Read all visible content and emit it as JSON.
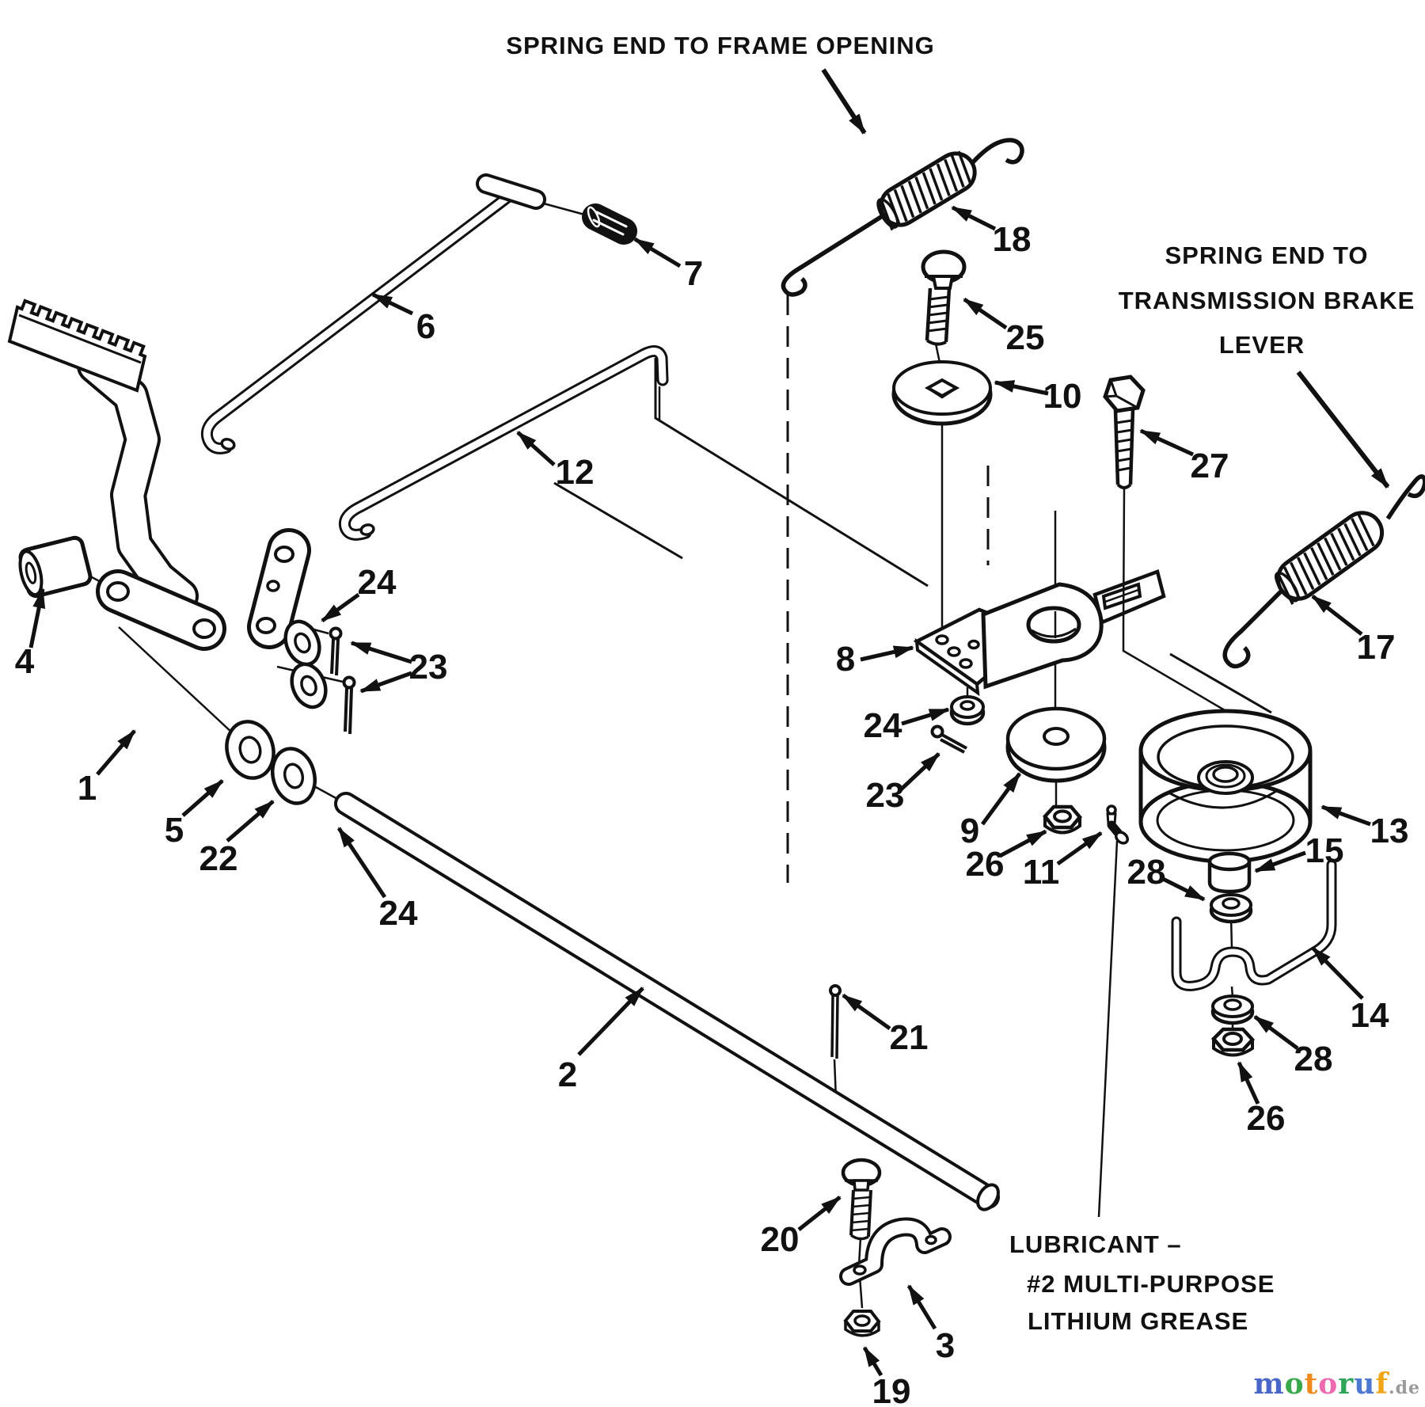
{
  "annotations": {
    "spring_frame_opening": "SPRING END TO FRAME OPENING",
    "spring_transmission_line1": "SPRING END TO",
    "spring_transmission_line2": "TRANSMISSION BRAKE",
    "spring_transmission_line3": "LEVER",
    "lubricant_line1": "LUBRICANT –",
    "lubricant_line2": "#2 MULTI-PURPOSE",
    "lubricant_line3": "LITHIUM GREASE"
  },
  "part_labels": {
    "p1": "1",
    "p2": "2",
    "p3": "3",
    "p4": "4",
    "p5": "5",
    "p6": "6",
    "p7": "7",
    "p8": "8",
    "p9": "9",
    "p10": "10",
    "p11": "11",
    "p12": "12",
    "p13": "13",
    "p14": "14",
    "p15": "15",
    "p17": "17",
    "p18": "18",
    "p19": "19",
    "p20": "20",
    "p21": "21",
    "p22": "22",
    "p23_left": "23",
    "p23_mid": "23",
    "p24_upper_left": "24",
    "p24_lower_left": "24",
    "p24_mid": "24",
    "p25": "25",
    "p26_mid": "26",
    "p26_lower": "26",
    "p27": "27",
    "p28_upper": "28",
    "p28_lower": "28"
  },
  "watermark": {
    "letters": [
      {
        "ch": "m",
        "style": "color:#4a66c8"
      },
      {
        "ch": "o",
        "style": "color:#3aa94c"
      },
      {
        "ch": "t",
        "style": "color:#ef8b1c"
      },
      {
        "ch": "o",
        "style": "color:#ee6ab0"
      },
      {
        "ch": "r",
        "style": "color:#2ea558"
      },
      {
        "ch": "u",
        "style": "color:#4d78d2"
      },
      {
        "ch": "f",
        "style": "color:#f0a416"
      }
    ],
    "suffix": ".de",
    "suffix_style": "color:#9a9a9a"
  }
}
